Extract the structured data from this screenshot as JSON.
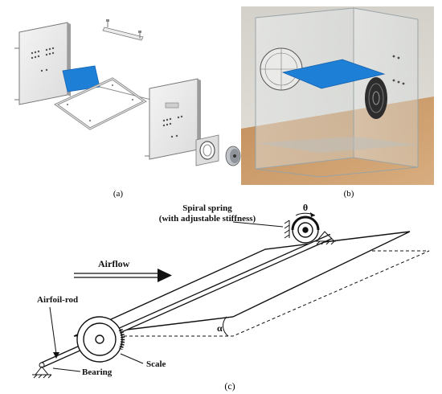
{
  "captions": {
    "a": "(a)",
    "b": "(b)",
    "c": "(c)"
  },
  "labels": {
    "spiral_spring_line1": "Spiral spring",
    "spiral_spring_line2": "(with adjustable stiffness)",
    "theta": "θ",
    "airflow": "Airflow",
    "airfoil_rod": "Airfoil-rod",
    "bearing": "Bearing",
    "scale": "Scale",
    "alpha": "α"
  },
  "colors": {
    "airfoil_blue": "#1e7fd6",
    "panel_edge": "#6b6b6b",
    "photo_wall": "#d9d7d2",
    "photo_table": "#c89a6a"
  }
}
